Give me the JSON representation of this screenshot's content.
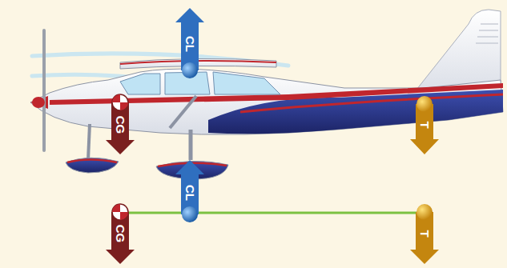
{
  "diagram": {
    "labels": [
      "CL",
      "CG",
      "T",
      "CL",
      "CG",
      "T"
    ]
  }
}
